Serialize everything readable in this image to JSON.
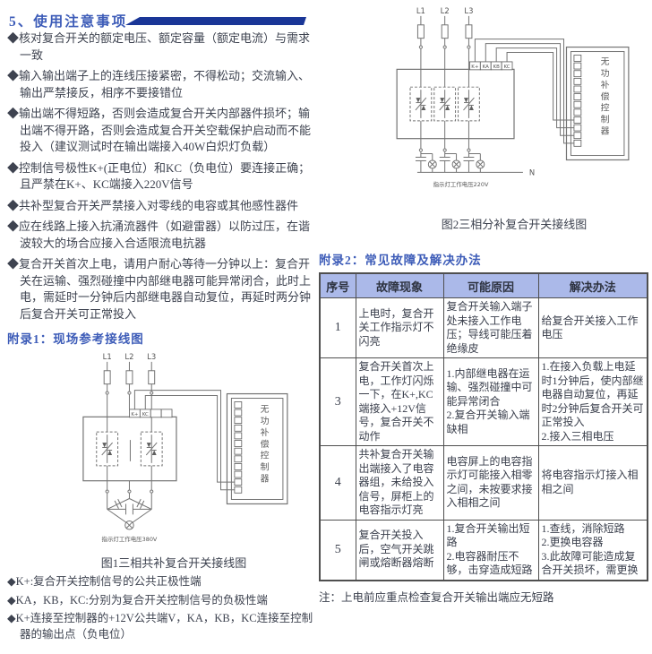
{
  "header": {
    "title": "5、使用注意事项"
  },
  "notes": {
    "items": [
      "◆核对复合开关的额定电压、额定容量（额定电流）与需求一致",
      "◆输入输出端子上的连线压接紧密，不得松动；交流输入、输出严禁接反，相序不要接错位",
      "◆输出端不得短路，否则会造成复合开关内部器件损坏；输出端不得开路，否则会造成复合开关空载保护启动而不能投入（建议测试时在输出端接入40W白炽灯负载）",
      "◆控制信号极性K+(正电位）和KC（负电位）要连接正确；且严禁在K+、KC端接入220V信号",
      "◆共补型复合开关严禁接入对零线的电容或其他感性器件",
      "◆应在线路上接入抗涌流器件（如避雷器）以防过压，在谐波较大的场合应接入合适限流电抗器",
      "◆复合开关首次上电，请用户耐心等待一分钟以上：复合开关在运输、强烈碰撞中内部继电器可能异常闭合，此时上电，需延时一分钟后内部继电器自动复位，再延时两分钟后复合开关可正常投入"
    ]
  },
  "appendix1": {
    "title": "附录1：现场参考接线图",
    "figure": {
      "phases": [
        "L1",
        "L2",
        "L3"
      ],
      "terminals": [
        "K+",
        "KC"
      ],
      "controller": "无功补偿控制器",
      "lamp_note": "指示灯工作电压380V",
      "caption": "图1三相共补复合开关接线图"
    },
    "legend": [
      "◆K+:复合开关控制信号的公共正极性端",
      "◆KA，KB，KC:分别为复合开关控制信号的负极性端",
      "◆K+连接至控制器的+12V公共端V，KA，KB，KC连接至控制器的输出点（负电位）"
    ]
  },
  "figure2": {
    "phases": [
      "L1",
      "L2",
      "L3"
    ],
    "terminals": [
      "K+",
      "KA",
      "KB",
      "KC"
    ],
    "controller": "无功补偿控制器",
    "neutral": "N",
    "lamp_note": "指示灯工作电压220V",
    "caption": "图2三相分补复合开关接线图"
  },
  "appendix2": {
    "title": "附录2：常见故障及解决办法",
    "table": {
      "headers": [
        "序号",
        "故障现象",
        "可能原因",
        "解决办法"
      ],
      "rows": [
        {
          "no": "1",
          "symptom": "上电时，复合开关工作指示灯不闪亮",
          "cause": "复合开关输入端子处未接入工作电压；导线可能压着绝缘皮",
          "solution": "给复合开关接入工作电压"
        },
        {
          "no": "3",
          "symptom": "复合开关首次上电，工作灯闪烁一下，在K+,KC端接入+12V信号，复合开关不动作",
          "cause": "1.内部继电器在运输、强烈碰撞中可能异常闭合\n2.复合开关输入端缺相",
          "solution": "1.在接入负载上电延时1分钟后，使内部继电器自动复位，再延时2分钟后复合开关可正常投入\n2.接入三相电压"
        },
        {
          "no": "4",
          "symptom": "共补复合开关输出端接入了电容器组，未给投入信号，屏柜上的电容指示灯亮",
          "cause": "电容屏上的电容指示灯可能接入相零之间，未按要求接入相相之间",
          "solution": "将电容指示灯接入相相之间"
        },
        {
          "no": "5",
          "symptom": "复合开关投入后，空气开关跳闸或熔断器熔断",
          "cause": "1.复合开关输出短路\n2.电容器耐压不够，击穿造成短路",
          "solution": "1.查线，消除短路\n2.更换电容器\n3.此故障可能造成复合开关损坏，需更换"
        }
      ]
    },
    "note": "注：上电前应重点检查复合开关输出端应无短路"
  },
  "colors": {
    "heading_blue": "#3d5cb8",
    "banner_navy": "#1a3697",
    "table_header_bg": "#abb9e9",
    "diagram_stroke": "#737373"
  }
}
